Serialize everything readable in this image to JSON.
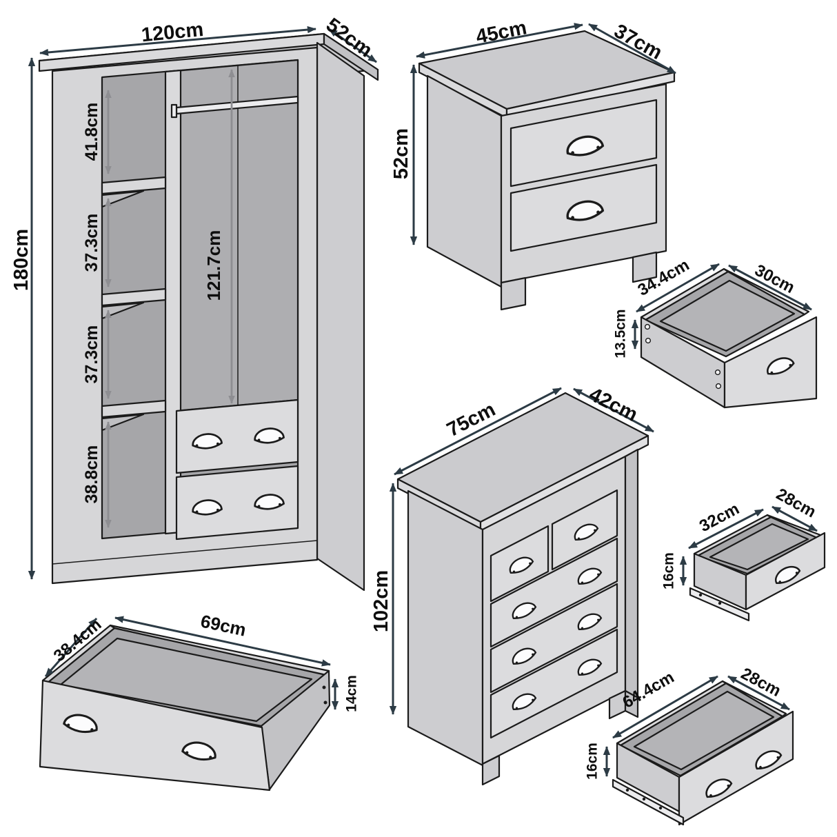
{
  "units": "cm",
  "colors": {
    "background": "#ffffff",
    "outline": "#1b1b1b",
    "panel_light": "#d6d6d8",
    "panel_top": "#cbcbce",
    "interior_dark": "#a6a6a9",
    "dimension_arrow": "#2c3b45",
    "interior_arrow": "#8e8e92",
    "label_text": "#0e0e0e"
  },
  "pieces": {
    "wardrobe": {
      "width": "120cm",
      "depth": "52cm",
      "height": "180cm",
      "hanging_height": "121.7cm",
      "compartments": [
        "41.8cm",
        "37.3cm",
        "37.3cm",
        "38.8cm"
      ]
    },
    "bedside_table": {
      "width": "45cm",
      "depth": "37cm",
      "height": "52cm"
    },
    "bedside_drawer": {
      "width": "34.4cm",
      "depth": "30cm",
      "height": "13.5cm"
    },
    "chest_of_drawers": {
      "width": "75cm",
      "depth": "42cm",
      "height": "102cm"
    },
    "chest_small_drawer": {
      "width": "32cm",
      "depth": "28cm",
      "height": "16cm"
    },
    "chest_large_drawer": {
      "width": "64.4cm",
      "depth": "28cm",
      "height": "16cm"
    },
    "wardrobe_drawer": {
      "width": "69cm",
      "depth": "38.4cm",
      "height": "14cm"
    }
  }
}
